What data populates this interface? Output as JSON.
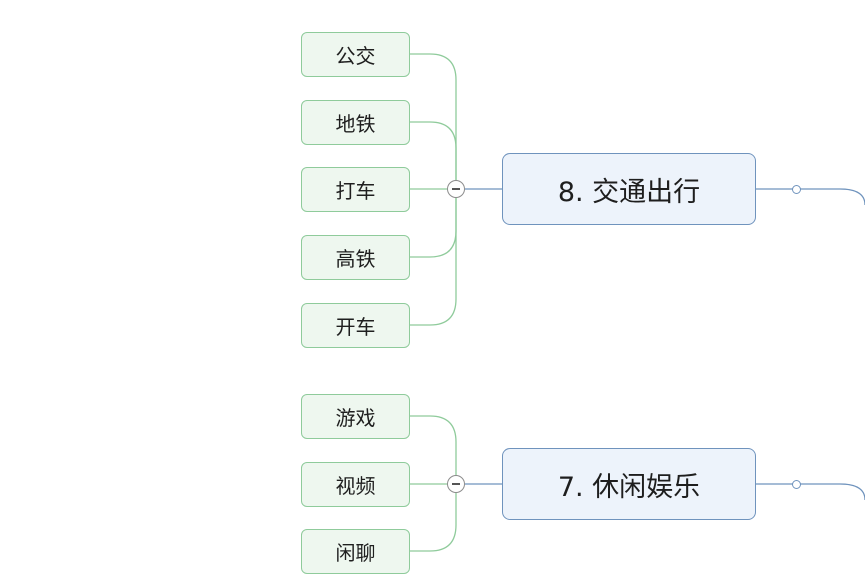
{
  "colors": {
    "leaf_fill": "#eef7ef",
    "leaf_border": "#8fcb9b",
    "topic_fill": "#edf3fb",
    "topic_border": "#6f93bd",
    "leaf_connector": "#8fcb9b",
    "topic_connector": "#6f93bd"
  },
  "mindmap": {
    "groups": [
      {
        "topic": "8. 交通出行",
        "children": [
          "公交",
          "地铁",
          "打车",
          "高铁",
          "开车"
        ],
        "collapse_icon": "minus-circle-icon"
      },
      {
        "topic": "7. 休闲娱乐",
        "children": [
          "游戏",
          "视频",
          "闲聊"
        ],
        "collapse_icon": "minus-circle-icon"
      }
    ]
  }
}
